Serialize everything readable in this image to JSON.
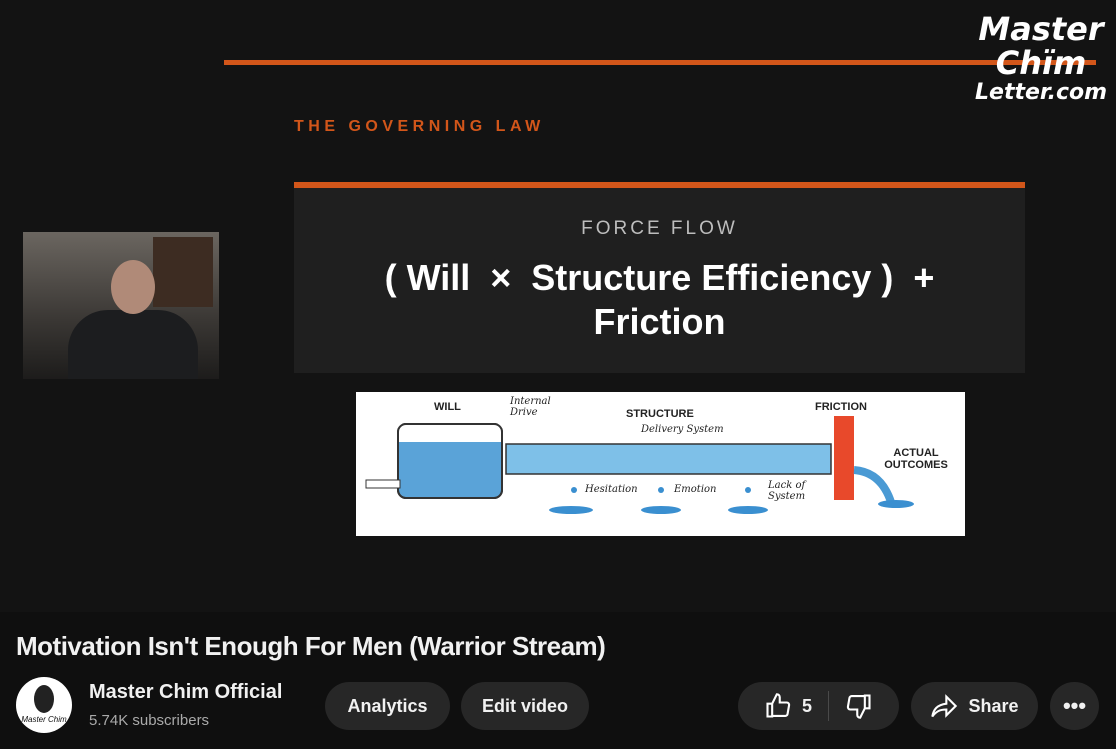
{
  "video": {
    "slide_heading": "THE GOVERNING LAW",
    "box_label": "FORCE FLOW",
    "formula_line1": "( Will  ×  Structure Efficiency )  +",
    "formula_line2": "Friction",
    "diagram": {
      "will": "WILL",
      "internal_drive": "Internal Drive",
      "structure": "STRUCTURE",
      "delivery": "Delivery System",
      "friction": "FRICTION",
      "outcomes": "ACTUAL OUTCOMES",
      "leak1": "Hesitation",
      "leak2": "Emotion",
      "leak3": "Lack of System"
    },
    "logo": [
      "Master",
      "Chïm",
      "Letter.com"
    ],
    "accent": "#d2561a"
  },
  "title": "Motivation Isn't Enough For Men (Warrior Stream)",
  "channel": {
    "name": "Master Chim Official",
    "subscribers": "5.74K subscribers",
    "avatar_text": "Master Chim"
  },
  "actions": {
    "analytics": "Analytics",
    "edit": "Edit video",
    "likes": "5",
    "share": "Share"
  }
}
